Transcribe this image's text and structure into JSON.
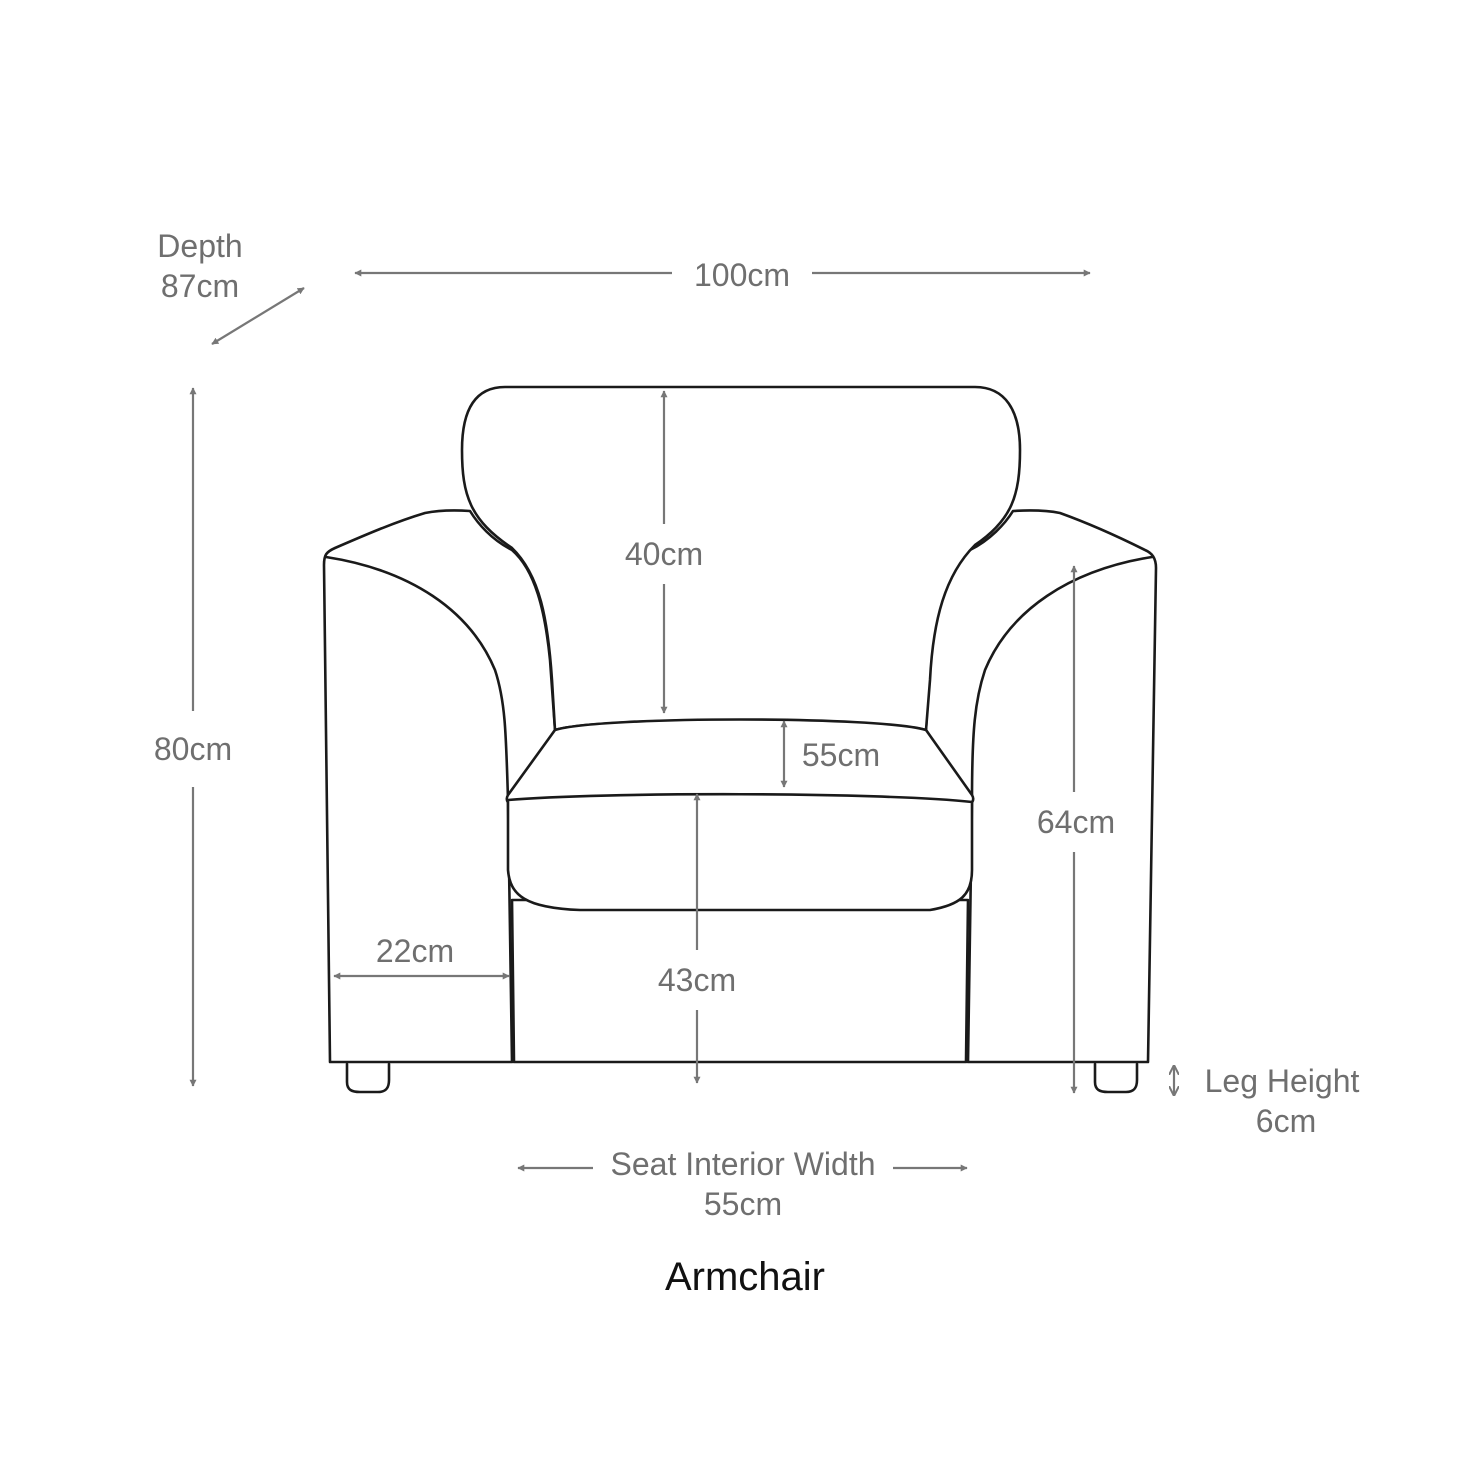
{
  "title": "Armchair",
  "dimensions": {
    "depth_label": "Depth",
    "depth_value": "87cm",
    "overall_width": "100cm",
    "overall_height": "80cm",
    "back_height": "40cm",
    "seat_depth": "55cm",
    "arm_height": "64cm",
    "arm_width": "22cm",
    "seat_height": "43cm",
    "leg_height_label": "Leg Height",
    "leg_height_value": "6cm",
    "seat_interior_width_label": "Seat Interior Width",
    "seat_interior_width_value": "55cm"
  },
  "colors": {
    "outline": "#1a1a1a",
    "dimension": "#777777",
    "text": "#6f6f6f",
    "title": "#111111"
  }
}
